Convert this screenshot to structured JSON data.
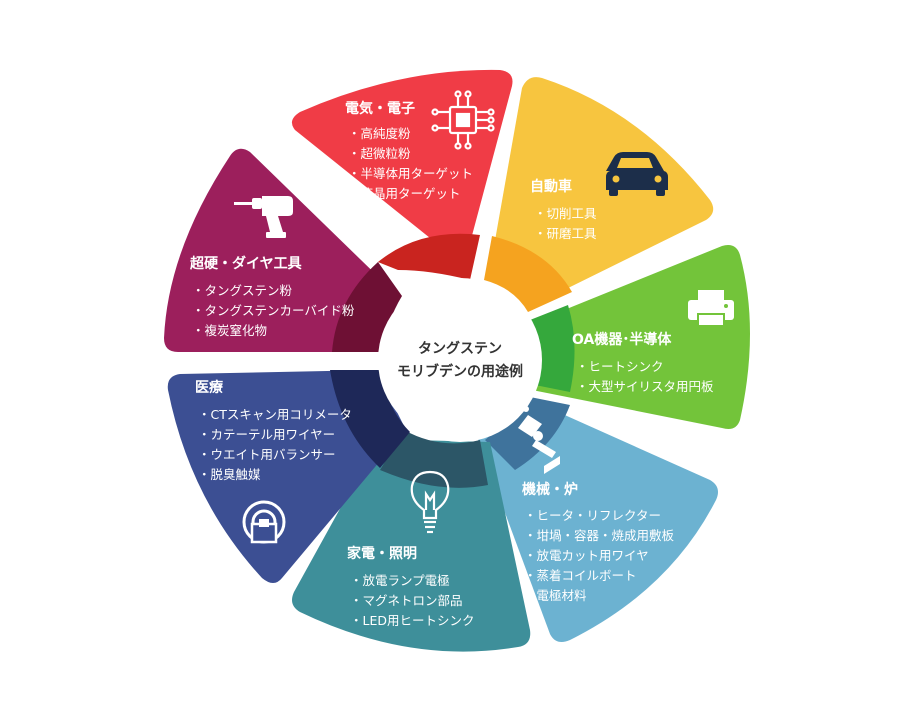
{
  "center": {
    "line1": "タングステン",
    "line2": "モリブデンの用途例"
  },
  "segments": [
    {
      "id": "electronics",
      "title": "電気・電子",
      "icon": "circuit-chip-icon",
      "color": "#f03c46",
      "inner_color": "#c9241f",
      "items": [
        "・高純度粉",
        "・超微粒粉",
        "・半導体用ターゲット",
        "・液晶用ターゲット"
      ]
    },
    {
      "id": "automotive",
      "title": "自動車",
      "icon": "car-icon",
      "color": "#f7c53f",
      "inner_color": "#f5a31f",
      "items": [
        "・切削工具",
        "・研磨工具"
      ]
    },
    {
      "id": "oa",
      "title": "OA機器･半導体",
      "icon": "printer-icon",
      "color": "#73c43a",
      "inner_color": "#35a83c",
      "items": [
        "・ヒートシンク",
        "・大型サイリスタ用円板"
      ]
    },
    {
      "id": "machinery",
      "title": "機械・炉",
      "icon": "robot-arm-icon",
      "color": "#6cb2d1",
      "inner_color": "#3f739c",
      "items": [
        "・ヒータ・リフレクター",
        "・坩堝・容器・焼成用敷板",
        "・放電カット用ワイヤ",
        "・蒸着コイルボート",
        "・電極材料"
      ]
    },
    {
      "id": "appliances",
      "title": "家電・照明",
      "icon": "light-bulb-icon",
      "color": "#3e8f9a",
      "inner_color": "#2c5667",
      "items": [
        "・放電ランプ電極",
        "・マグネトロン部品",
        "・LED用ヒートシンク"
      ]
    },
    {
      "id": "medical",
      "title": "医療",
      "icon": "mri-scanner-icon",
      "color": "#3c4f93",
      "inner_color": "#1e2858",
      "items": [
        "・CTスキャン用コリメータ",
        "・カテーテル用ワイヤー",
        "・ウエイト用バランサー",
        "・脱臭触媒"
      ]
    },
    {
      "id": "tools",
      "title": "超硬・ダイヤ工具",
      "icon": "power-drill-icon",
      "color": "#9c1f5c",
      "inner_color": "#6e1034",
      "items": [
        "・タングステン粉",
        "・タングステンカーバイド粉",
        "・複炭窒化物"
      ]
    }
  ]
}
